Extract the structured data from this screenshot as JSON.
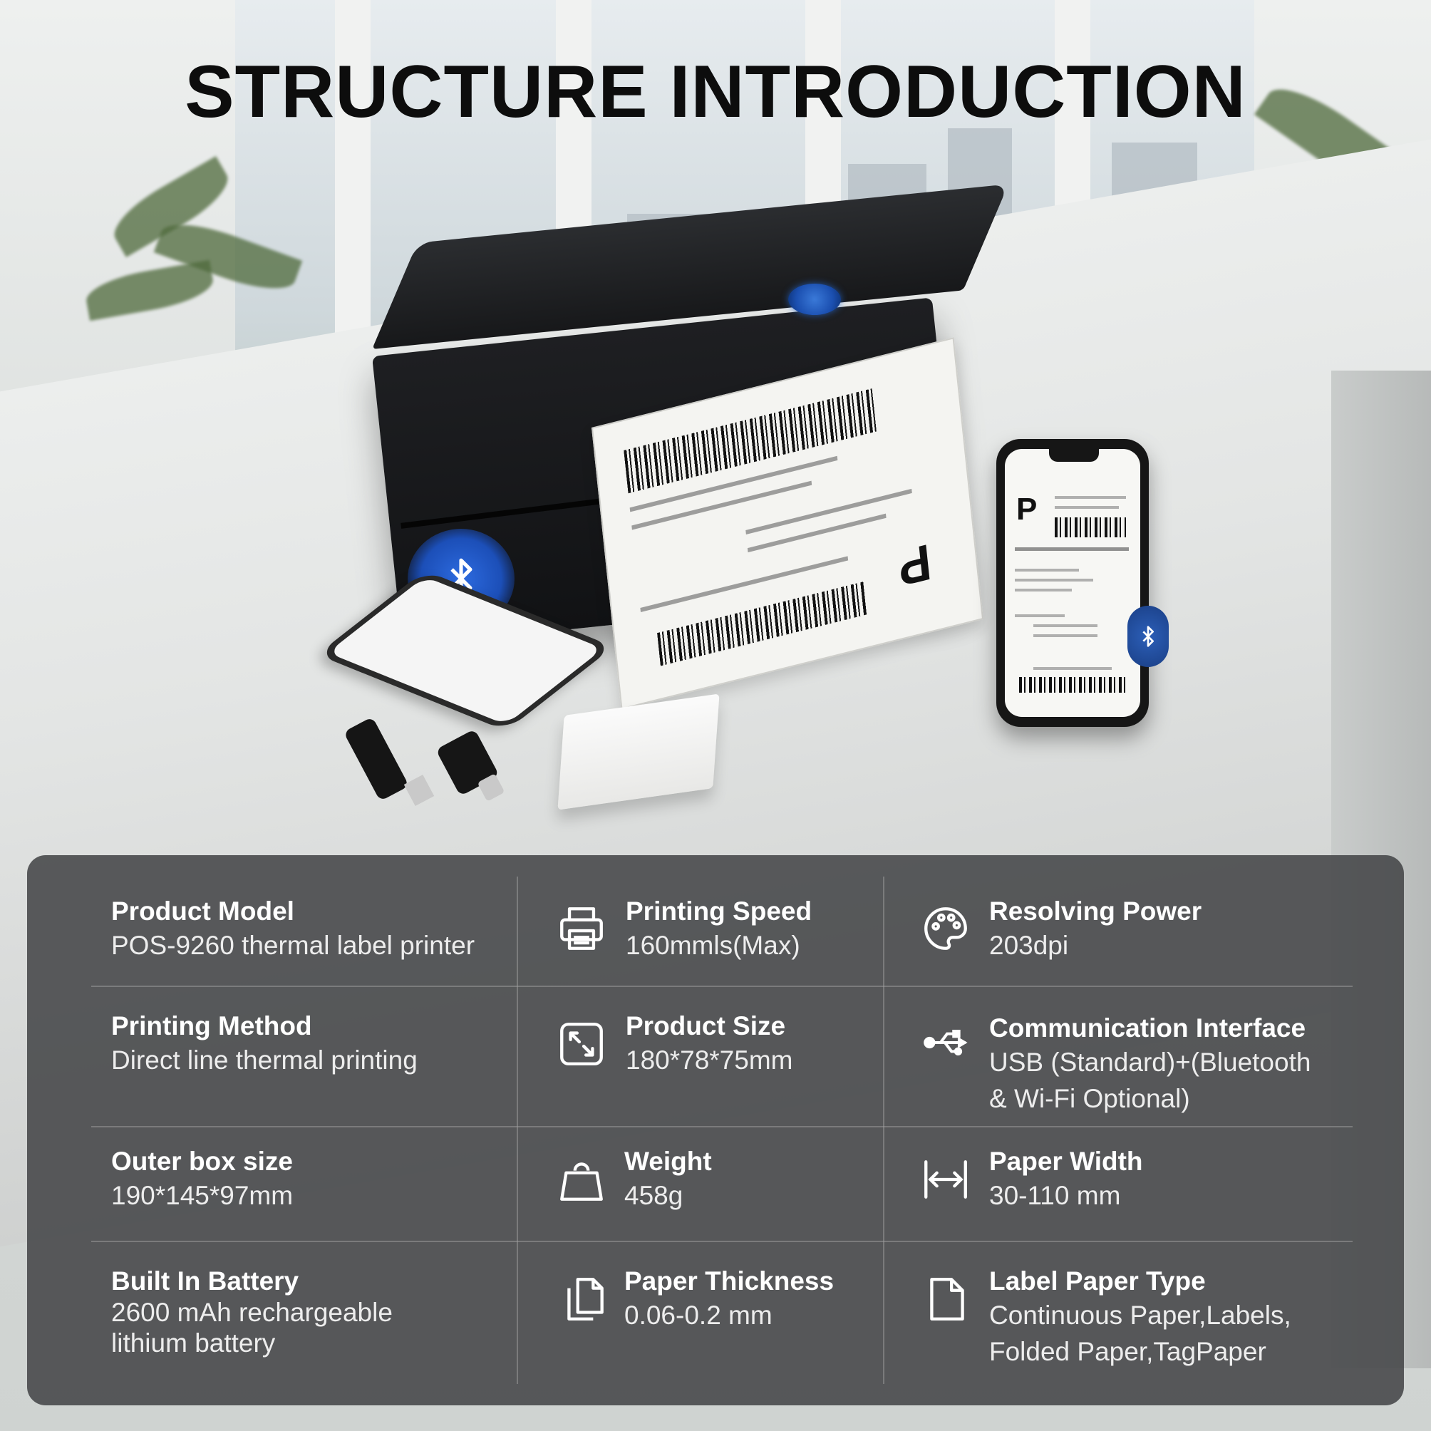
{
  "page": {
    "title": "STRUCTURE INTRODUCTION"
  },
  "accent_colors": {
    "panel": "#444648",
    "bluetooth": "#2d6be0",
    "text": "#ffffff"
  },
  "specs": [
    {
      "label": "Product Model",
      "value": "POS-9260 thermal label printer",
      "icon": "none"
    },
    {
      "label": "Printing Speed",
      "value": "160mmls(Max)",
      "icon": "printer-icon"
    },
    {
      "label": "Resolving Power",
      "value": "203dpi",
      "icon": "palette-icon"
    },
    {
      "label": "Printing Method",
      "value": "Direct line thermal printing",
      "icon": "none"
    },
    {
      "label": "Product Size",
      "value": "180*78*75mm",
      "icon": "resize-icon"
    },
    {
      "label": "Communication Interface",
      "value_lines": [
        "USB (Standard)+(Bluetooth",
        "& Wi-Fi Optional)"
      ],
      "icon": "usb-icon"
    },
    {
      "label": "Outer box size",
      "value": "190*145*97mm",
      "icon": "none"
    },
    {
      "label": "Weight",
      "value": "458g",
      "icon": "weight-icon"
    },
    {
      "label": "Paper Width",
      "value": "30-110 mm",
      "icon": "width-arrows-icon"
    },
    {
      "label": "Built In Battery",
      "value_lines": [
        "2600 mAh rechargeable",
        "lithium battery"
      ],
      "icon": "none"
    },
    {
      "label": "Paper Thickness",
      "value": "0.06-0.2 mm",
      "icon": "documents-icon"
    },
    {
      "label": "Label Paper Type",
      "value_lines": [
        "Continuous Paper,Labels,",
        "Folded Paper,TagPaper"
      ],
      "icon": "document-icon"
    }
  ]
}
